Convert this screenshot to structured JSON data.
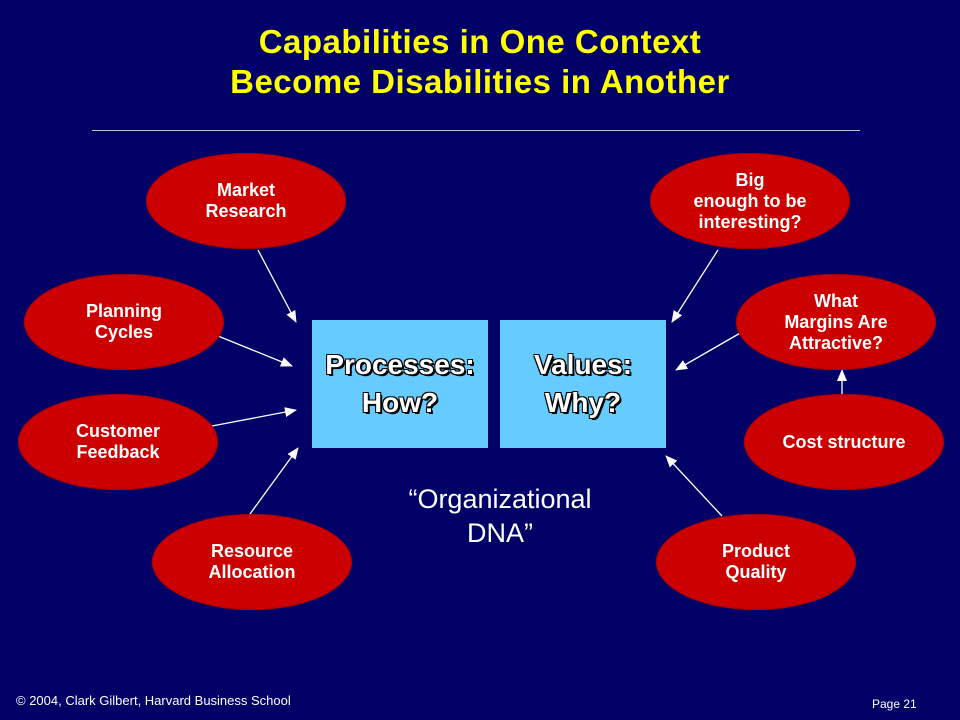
{
  "title": {
    "line1": "Capabilities in One Context",
    "line2": "Become Disabilities in Another"
  },
  "left_factors": [
    "Market\nResearch",
    "Planning\nCycles",
    "Customer\nFeedback",
    "Resource\nAllocation"
  ],
  "right_factors": [
    "Big\nenough to be\ninteresting?",
    "What\nMargins Are\nAttractive?",
    "Cost structure",
    "Product\nQuality"
  ],
  "processes_box": {
    "line1": "Processes:",
    "line2": "How?"
  },
  "values_box": {
    "line1": "Values:",
    "line2": "Why?"
  },
  "center_label": {
    "line1": "“Organizational",
    "line2": "DNA”"
  },
  "footer": {
    "copyright": "© 2004,  Clark Gilbert, Harvard Business School",
    "page": "Page  21"
  },
  "colors": {
    "background": "#000066",
    "title": "#ffff00",
    "ellipse": "#cc0000",
    "box": "#66ccff"
  }
}
